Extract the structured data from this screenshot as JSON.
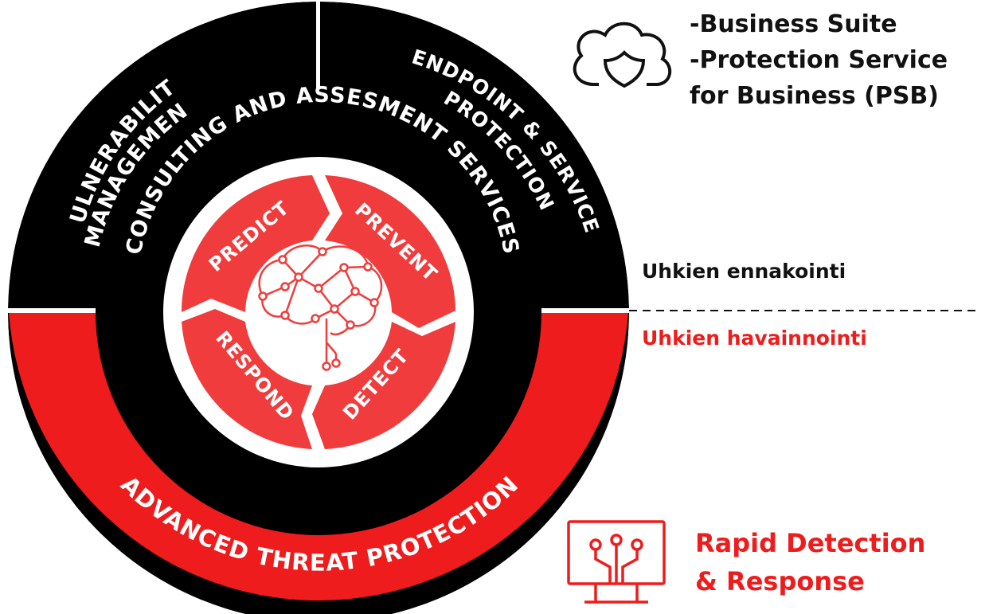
{
  "colors": {
    "red": "#ee1c1c",
    "segment_red": "#f03c3c",
    "black": "#000000",
    "white": "#ffffff",
    "text_dark": "#111111"
  },
  "outer_ring": {
    "vulnerability": [
      "VULNERABILITY",
      "MANAGEMENT"
    ],
    "endpoint": [
      "ENDPOINT & SERVICE",
      "PROTECTION"
    ],
    "atp": "ADVANCED THREAT PROTECTION"
  },
  "middle_ring": {
    "consulting": "CONSULTING AND ASSESMENT SERVICES"
  },
  "cycle": {
    "predict": "PREDICT",
    "prevent": "PREVENT",
    "detect": "DETECT",
    "respond": "RESPOND"
  },
  "products": {
    "line1": "-Business Suite",
    "line2": "-Protection Service",
    "line3": "for Business (PSB)"
  },
  "divider": {
    "above": "Uhkien ennakointi",
    "below": "Uhkien havainnointi"
  },
  "rdr": {
    "line1": "Rapid Detection",
    "line2": "& Response"
  },
  "icons": {
    "cloud": "cloud-shield-icon",
    "monitor": "monitor-circuit-icon",
    "brain": "brain-network-icon"
  }
}
